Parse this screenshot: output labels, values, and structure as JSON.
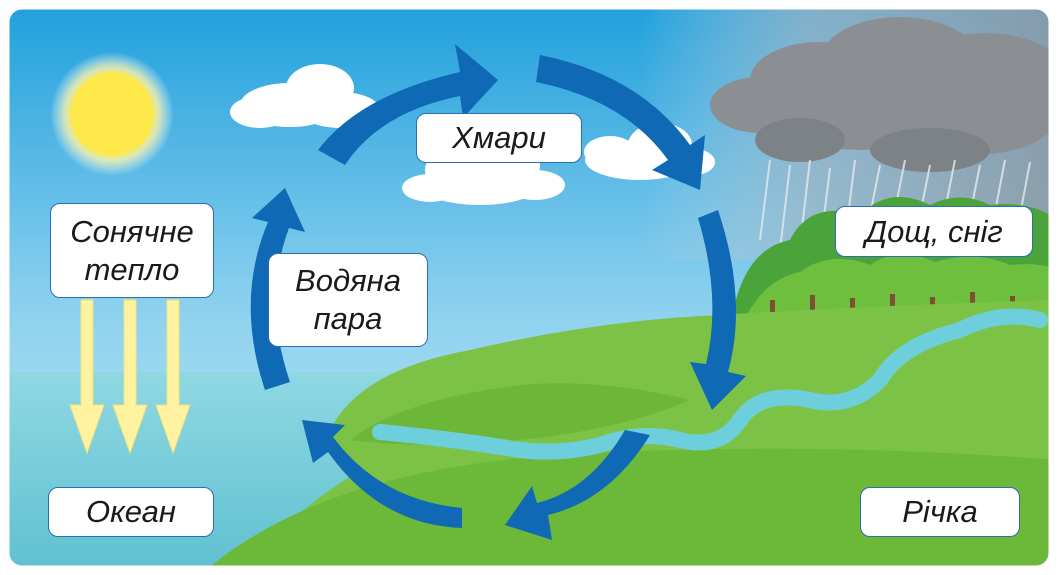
{
  "diagram": {
    "labels": {
      "clouds": "Хмари",
      "rain_snow": "Дощ, сніг",
      "solar_heat_line1": "Сонячне",
      "solar_heat_line2": "тепло",
      "water_vapor_line1": "Водяна",
      "water_vapor_line2": "пара",
      "ocean": "Океан",
      "river": "Річка"
    },
    "colors": {
      "sky_top": "#1f9fdc",
      "sky_bottom": "#c4e8f5",
      "ocean": "#6cc9d6",
      "grass": "#7cc246",
      "grass_dark": "#5fae2e",
      "river": "#6ecfdc",
      "cycle_arrow": "#0f69b4",
      "sun": "#ffe84a",
      "sun_rays": "#fff2a0",
      "rain_cloud": "#8b8f94",
      "label_border": "#2b6fb3"
    },
    "icons": [
      "sun-icon",
      "cloud-icon",
      "rain-cloud-icon",
      "tree-icon",
      "cycle-arrow-icon",
      "heat-ray-arrow-icon"
    ]
  }
}
